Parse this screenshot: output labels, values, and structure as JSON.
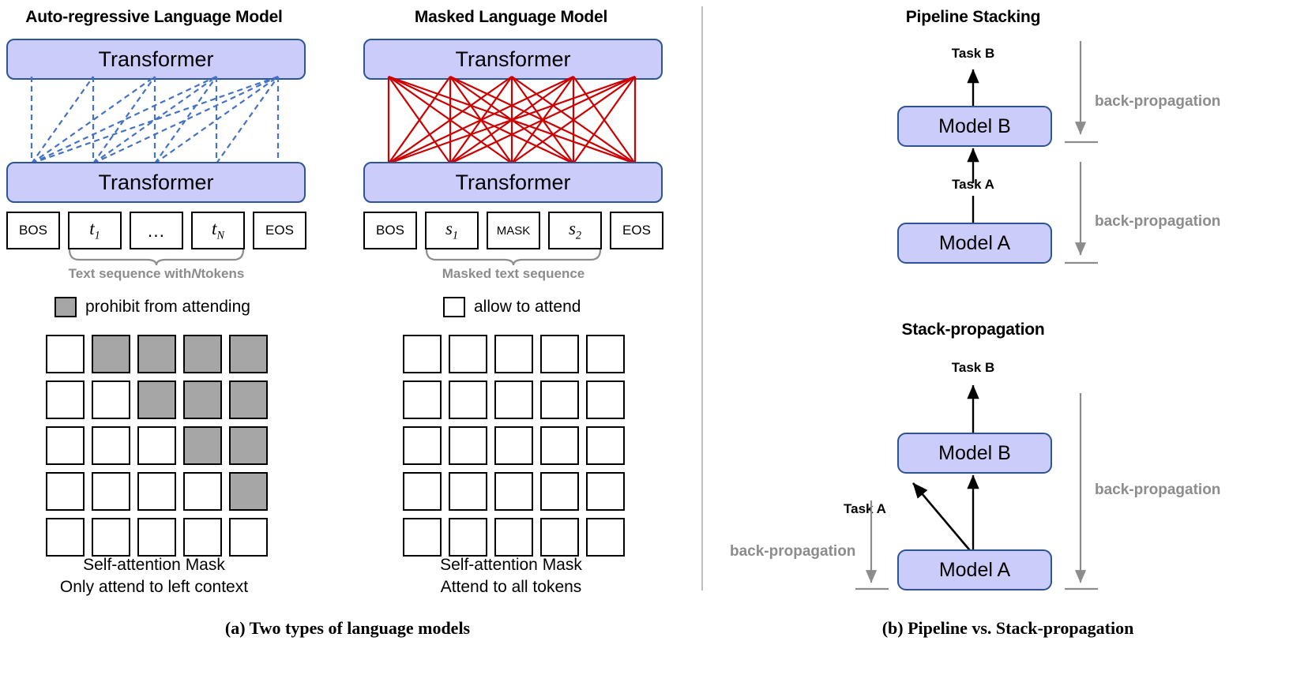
{
  "figure": {
    "panels": {
      "a": {
        "caption": "(a) Two types of language models",
        "left": {
          "title": "Auto-regressive Language Model",
          "transformer_top": "Transformer",
          "transformer_bottom": "Transformer",
          "tokens": [
            "BOS",
            "t_1",
            "...",
            "t_N",
            "EOS"
          ],
          "token_labels": {
            "bos": "BOS",
            "t1_base": "t",
            "t1_sub": "1",
            "ellipsis": "...",
            "tN_base": "t",
            "tN_sub": "N",
            "eos": "EOS"
          },
          "brace_label_pre": "Text sequence with ",
          "brace_label_em": "N",
          "brace_label_post": " tokens",
          "legend": {
            "label": "prohibit from attending",
            "swatch": "gray"
          },
          "mask_caption_line1": "Self-attention Mask",
          "mask_caption_line2": "Only attend to left context",
          "mask_type": "causal",
          "mask_size": 5,
          "mask_matrix": [
            [
              0,
              1,
              1,
              1,
              1
            ],
            [
              0,
              0,
              1,
              1,
              1
            ],
            [
              0,
              0,
              0,
              1,
              1
            ],
            [
              0,
              0,
              0,
              0,
              1
            ],
            [
              0,
              0,
              0,
              0,
              0
            ]
          ],
          "attention_edges_label": "causal dashed blue edges, each lower node connects to itself and all later upper nodes",
          "edge_color": "#4472c4",
          "edge_style": "dashed"
        },
        "right": {
          "title": "Masked Language Model",
          "transformer_top": "Transformer",
          "transformer_bottom": "Transformer",
          "tokens": [
            "BOS",
            "s_1",
            "MASK",
            "s_2",
            "EOS"
          ],
          "token_labels": {
            "bos": "BOS",
            "s1_base": "s",
            "s1_sub": "1",
            "mask": "MASK",
            "s2_base": "s",
            "s2_sub": "2",
            "eos": "EOS"
          },
          "brace_label": "Masked text sequence",
          "legend": {
            "label": "allow to attend",
            "swatch": "white"
          },
          "mask_caption_line1": "Self-attention Mask",
          "mask_caption_line2": "Attend to all tokens",
          "mask_type": "full",
          "mask_size": 5,
          "mask_matrix": [
            [
              0,
              0,
              0,
              0,
              0
            ],
            [
              0,
              0,
              0,
              0,
              0
            ],
            [
              0,
              0,
              0,
              0,
              0
            ],
            [
              0,
              0,
              0,
              0,
              0
            ],
            [
              0,
              0,
              0,
              0,
              0
            ]
          ],
          "attention_edges_label": "fully-connected solid red edges between all 5 node pairs",
          "edge_color": "#cc0000",
          "edge_style": "solid"
        }
      },
      "b": {
        "caption": "(b) Pipeline vs. Stack-propagation",
        "top": {
          "title": "Pipeline Stacking",
          "task_b": "Task B",
          "model_b": "Model B",
          "task_a": "Task A",
          "model_a": "Model A",
          "backprop_upper": "back-propagation",
          "backprop_lower": "back-propagation"
        },
        "bottom": {
          "title": "Stack-propagation",
          "task_b": "Task B",
          "model_b": "Model B",
          "task_a": "Task A",
          "model_a": "Model A",
          "backprop_left": "back-propagation",
          "backprop_right": "back-propagation"
        }
      }
    },
    "colors": {
      "box_fill": "#ccccfa",
      "box_border": "#2d5596",
      "masked_cell": "#a6a6a6",
      "gray_text": "#8c8c8c",
      "causal_edge": "#4472c4",
      "full_edge": "#cc0000",
      "divider": "#bfbfbf"
    }
  }
}
